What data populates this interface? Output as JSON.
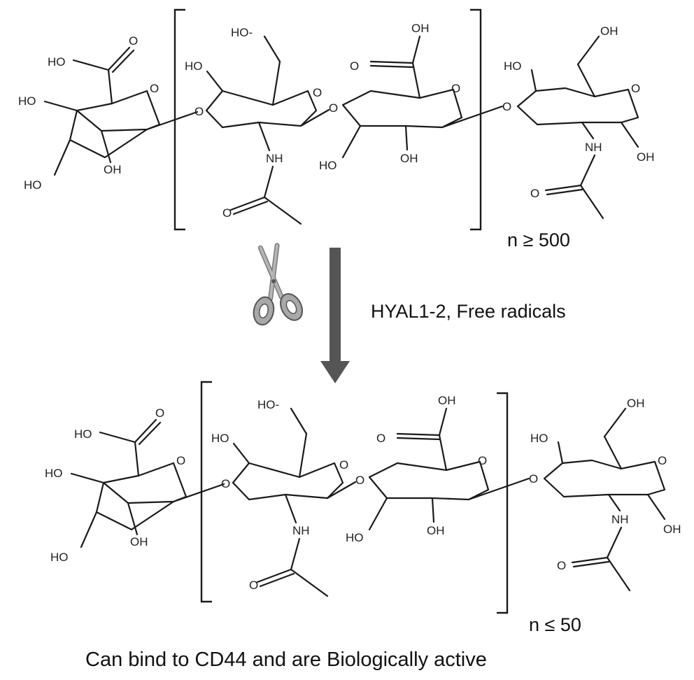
{
  "atoms": {
    "ho": "HO",
    "oh": "OH",
    "o": "O",
    "nh": "NH",
    "ho_dash": "HO-"
  },
  "top_molecule": {
    "repeat_count": "n ≥ 500"
  },
  "reaction": {
    "label": "HYAL1-2, Free radicals",
    "cut_icon": "scissors-icon",
    "arrow_color": "#555555",
    "scissors_color": "#a8a8a8"
  },
  "bottom_molecule": {
    "repeat_count": "n ≤ 50"
  },
  "caption": "Can bind to CD44 and  are Biologically active"
}
